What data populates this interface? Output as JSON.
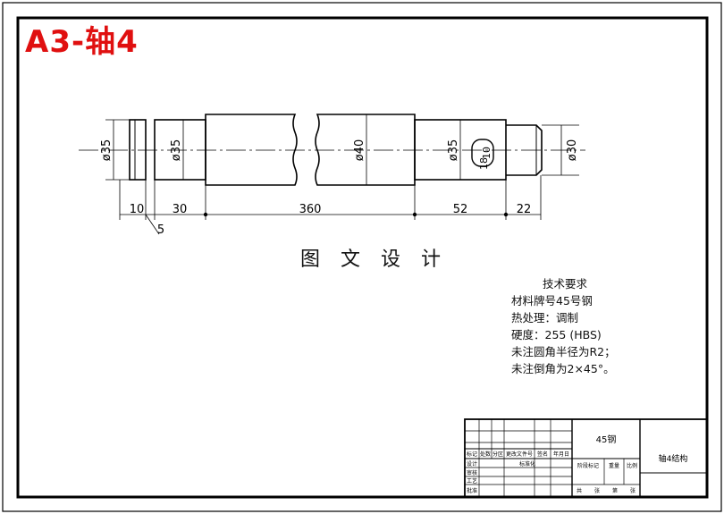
{
  "title_badge": "A3-轴4",
  "center_title": "图 文 设 计",
  "dimensions": {
    "dia1": "ø35",
    "dia2": "ø35",
    "dia3": "ø40",
    "dia4": "ø35",
    "dia5": "ø30",
    "keyway_width": "10",
    "keyway_depth": "18",
    "len1": "10",
    "len2": "30",
    "len3": "360",
    "len4": "52",
    "len5": "22",
    "groove": "5"
  },
  "tech_requirements": {
    "heading": "技术要求",
    "lines": [
      "材料牌号45号钢",
      "热处理：调制",
      "硬度：255 (HBS)",
      "未注圆角半径为R2；",
      "未注倒角为2×45°。"
    ]
  },
  "title_block": {
    "material": "45钢",
    "drawing_name": "轴4结构",
    "header_cells": [
      "标记",
      "处数",
      "分区",
      "更改文件号",
      "签名",
      "年月日"
    ],
    "row_labels": [
      "设计",
      "审核",
      "工艺",
      "批准"
    ],
    "standardization": "标准化",
    "stage_mark": "阶段标记",
    "weight": "重量",
    "scale": "比例",
    "sheets": [
      "共",
      "张",
      "第",
      "张"
    ]
  }
}
